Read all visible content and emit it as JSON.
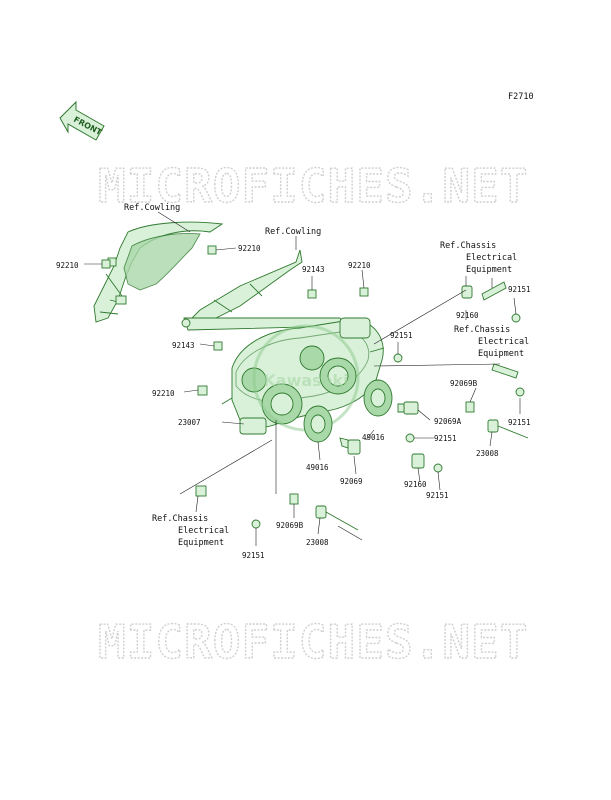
{
  "figure_code": "F2710",
  "front_label": "FRONT",
  "watermark": "MICROFICHES.NET",
  "center_logo": "Kawasaki",
  "colors": {
    "part_fill": "#d9f0d9",
    "part_stroke": "#2f7a2f",
    "watermark": "#d0d0d0"
  },
  "labels": {
    "ref_cowling_1": "Ref.Cowling",
    "ref_cowling_2": "Ref.Cowling",
    "ref_chassis_top": [
      "Ref.Chassis",
      "Electrical",
      "Equipment"
    ],
    "ref_chassis_mid": [
      "Ref.Chassis",
      "Electrical",
      "Equipment"
    ],
    "ref_chassis_bottom": [
      "Ref.Chassis",
      "Electrical",
      "Equipment"
    ],
    "p92210_a": "92210",
    "p92210_b": "92210",
    "p92210_c": "92210",
    "p92210_d": "92210",
    "p92143_a": "92143",
    "p92143_b": "92143",
    "p92151_a": "92151",
    "p92151_b": "92151",
    "p92151_c": "92151",
    "p92151_d": "92151",
    "p92151_e": "92151",
    "p92151_f": "92151",
    "p92160_a": "92160",
    "p92160_b": "92160",
    "p92069B_a": "92069B",
    "p92069B_b": "92069B",
    "p92069A": "92069A",
    "p92069": "92069",
    "p23007": "23007",
    "p23008_a": "23008",
    "p23008_b": "23008",
    "p49016_a": "49016",
    "p49016_b": "49016"
  }
}
